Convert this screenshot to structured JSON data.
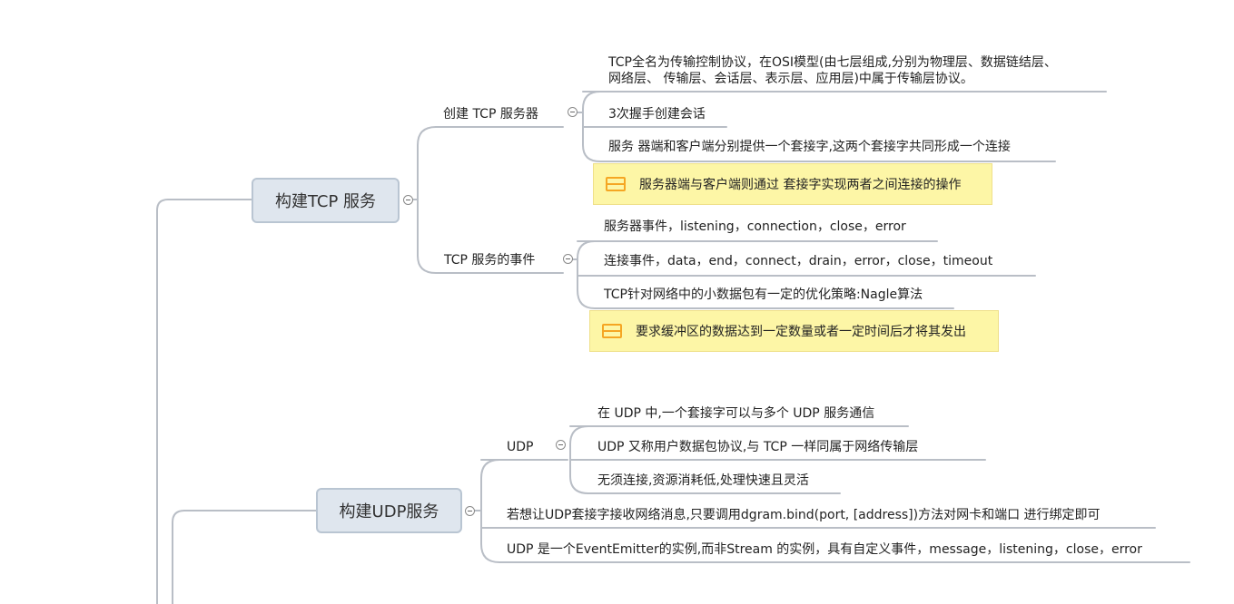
{
  "tcp": {
    "title": "构建TCP 服务",
    "create": {
      "label": "创建 TCP 服务器",
      "items": [
        "TCP全名为传输控制协议，在OSI模型(由七层组成,分别为物理层、数据链结层、",
        "网络层、 传输层、会话层、表示层、应用层)中属于传输层协议。",
        "3次握手创建会话",
        "服务 器端和客户端分别提供一个套接字,这两个套接字共同形成一个连接"
      ],
      "note": "服务器端与客户端则通过 套接字实现两者之间连接的操作"
    },
    "events": {
      "label": "TCP 服务的事件",
      "items": [
        "服务器事件，listening，connection，close，error",
        "连接事件，data，end，connect，drain，error，close，timeout",
        "TCP针对网络中的小数据包有一定的优化策略:Nagle算法"
      ],
      "note": "要求缓冲区的数据达到一定数量或者一定时间后才将其发出"
    }
  },
  "udp": {
    "title": "构建UDP服务",
    "udp_node": {
      "label": "UDP",
      "items": [
        "在 UDP 中,一个套接字可以与多个 UDP 服务通信",
        "UDP 又称用户数据包协议,与 TCP 一样同属于网络传输层",
        "无须连接,资源消耗低,处理快速且灵活"
      ]
    },
    "bind_text": "若想让UDP套接字接收网络消息,只要调用dgram.bind(port, [address])方法对网卡和端口 进行绑定即可",
    "emitter_text": "UDP 是一个EventEmitter的实例,而非Stream 的实例，具有自定义事件，message，listening，close，error"
  }
}
